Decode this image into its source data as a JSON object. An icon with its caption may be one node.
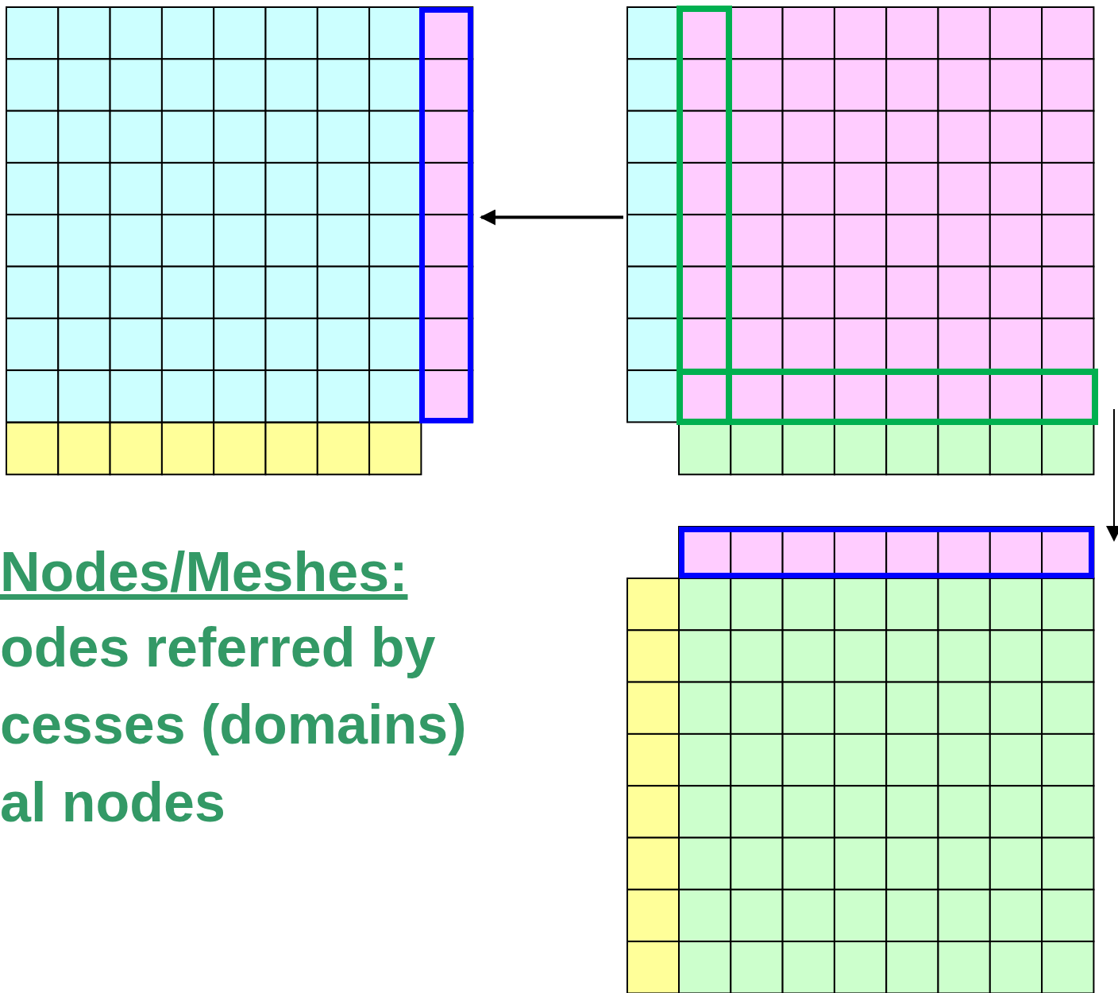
{
  "diagram": {
    "nodes": [
      {
        "text": [],
        "shape": "grid"
      },
      {
        "text": [],
        "shape": "grid"
      },
      {
        "text": [],
        "shape": "grid"
      }
    ],
    "edges": [
      {
        "from": 1,
        "to": 0,
        "arrow": "to"
      },
      {
        "from": 1,
        "to": 2,
        "arrow": "to"
      }
    ],
    "labels": [
      "Nodes/Meshes:",
      "odes referred by cesses (domains)",
      "al nodes"
    ]
  }
}
